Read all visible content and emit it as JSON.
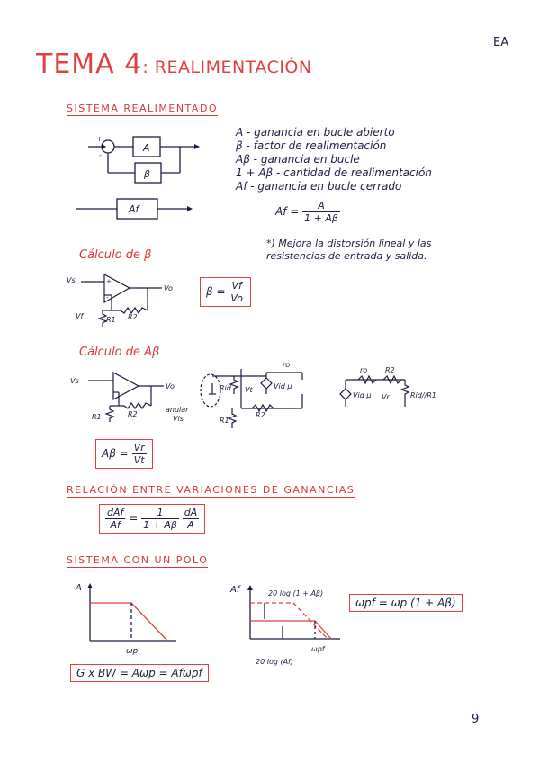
{
  "header": {
    "title_main": "TEMA 4",
    "title_sub": ": REALIMENTACIÓN",
    "corner_mark": "EA"
  },
  "section_feedback": {
    "heading": "SISTEMA REALIMENTADO",
    "block_a": "A",
    "block_beta": "β",
    "block_af": "Af",
    "definitions": [
      "A - ganancia en bucle abierto",
      "β - factor de realimentación",
      "Aβ - ganancia en bucle",
      "1 + Aβ - cantidad de realimentación",
      "Af - ganancia en bucle cerrado"
    ],
    "af_lhs": "Af =",
    "af_num": "A",
    "af_den": "1 + Aβ",
    "note": "*) Mejora la distorsión lineal y las resistencias de entrada y salida."
  },
  "section_beta": {
    "heading": "Cálculo de β",
    "labels": {
      "vs": "Vs",
      "vo": "Vo",
      "vf": "Vf",
      "r1": "R1",
      "r2": "R2"
    },
    "formula_lhs": "β =",
    "formula_num": "Vf",
    "formula_den": "Vo"
  },
  "section_abeta": {
    "heading": "Cálculo de Aβ",
    "labels": {
      "vs": "Vs",
      "vo": "Vo",
      "r1": "R1",
      "r2": "R2",
      "anular": "anular",
      "vis": "Vis",
      "rid": "Rid",
      "vt": "Vt",
      "ro": "ro",
      "vid_mu": "Vid μ",
      "vr": "Vr",
      "rid_r1": "Rid//R1"
    },
    "formula_lhs": "Aβ =",
    "formula_num": "Vr",
    "formula_den": "Vt"
  },
  "section_relation": {
    "heading": "RELACIÓN ENTRE VARIACIONES DE GANANCIAS",
    "lhs_num": "dAf",
    "lhs_den": "Af",
    "eq": "=",
    "mid_num": "1",
    "mid_den": "1 + Aβ",
    "rhs_num": "dA",
    "rhs_den": "A"
  },
  "section_pole": {
    "heading": "SISTEMA CON UN POLO",
    "graph1": {
      "y_label": "A",
      "x_label": "ωp"
    },
    "graph2": {
      "y_label": "Af",
      "top_label": "20 log (1 + Aβ)",
      "bottom_label": "20 log (Af)",
      "x_label": "ωpf"
    },
    "gbw_formula": "G x BW = Aωp = Afωpf",
    "wpf_formula": "ωpf = ωp (1 + Aβ)"
  },
  "footer": {
    "page_number": "9"
  },
  "colors": {
    "ink": "#1c1c44",
    "accent_red": "#e0403f"
  }
}
